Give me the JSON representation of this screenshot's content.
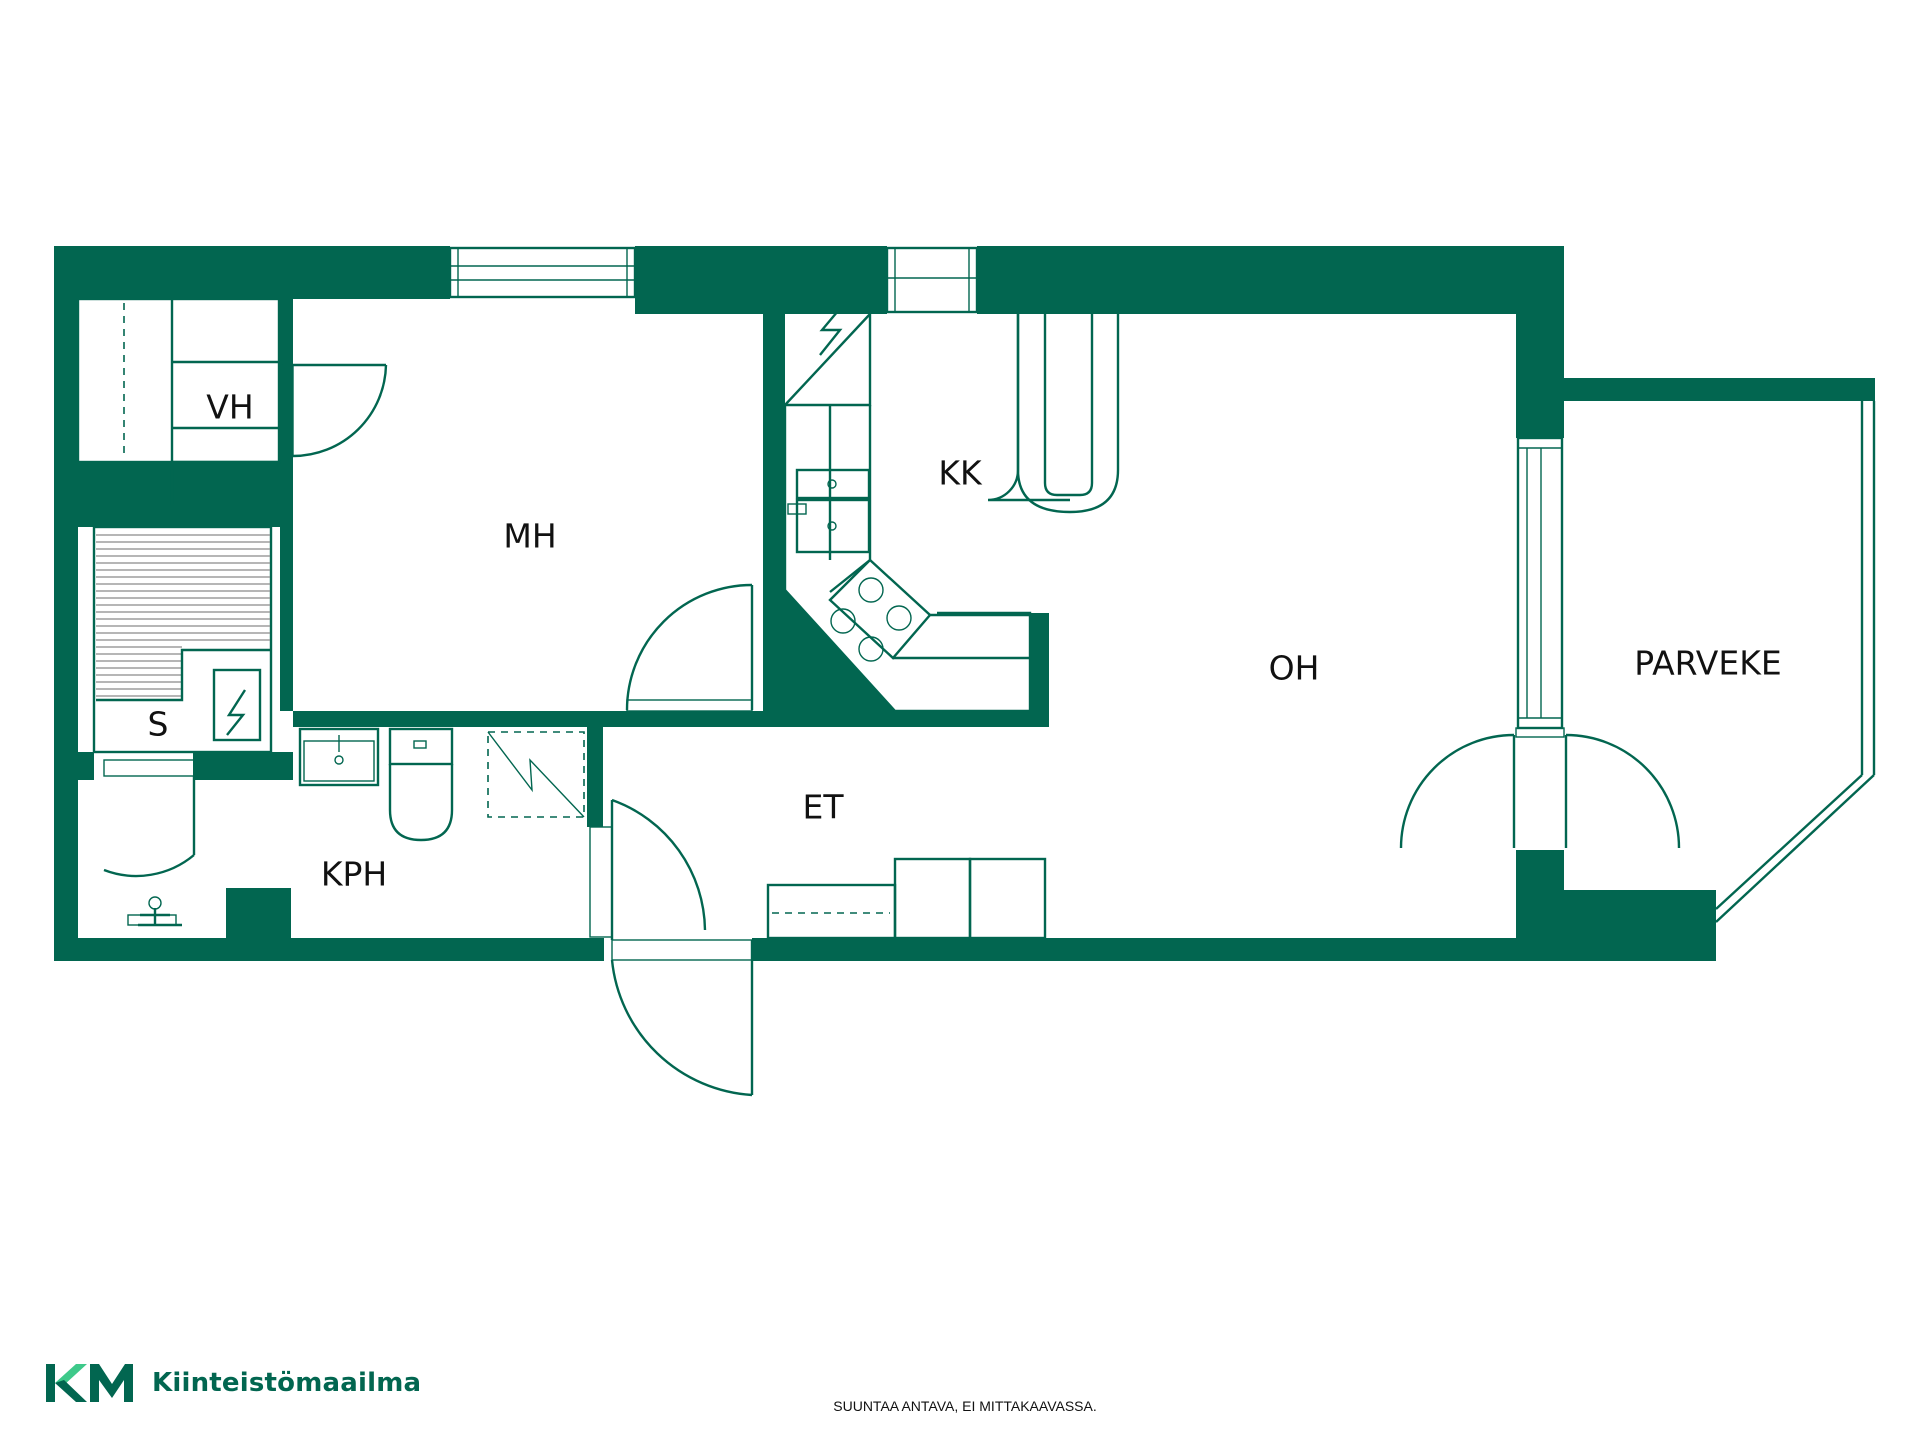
{
  "rooms": {
    "vh": "VH",
    "mh": "MH",
    "kk": "KK",
    "oh": "OH",
    "parveke": "PARVEKE",
    "s": "S",
    "kph": "KPH",
    "et": "ET"
  },
  "brand": {
    "logo_text": "Kiinteistömaailma",
    "primary_color": "#026650",
    "accent_color": "#3ec98a"
  },
  "disclaimer": "SUUNTAA ANTAVA, EI MITTAKAAVASSA."
}
